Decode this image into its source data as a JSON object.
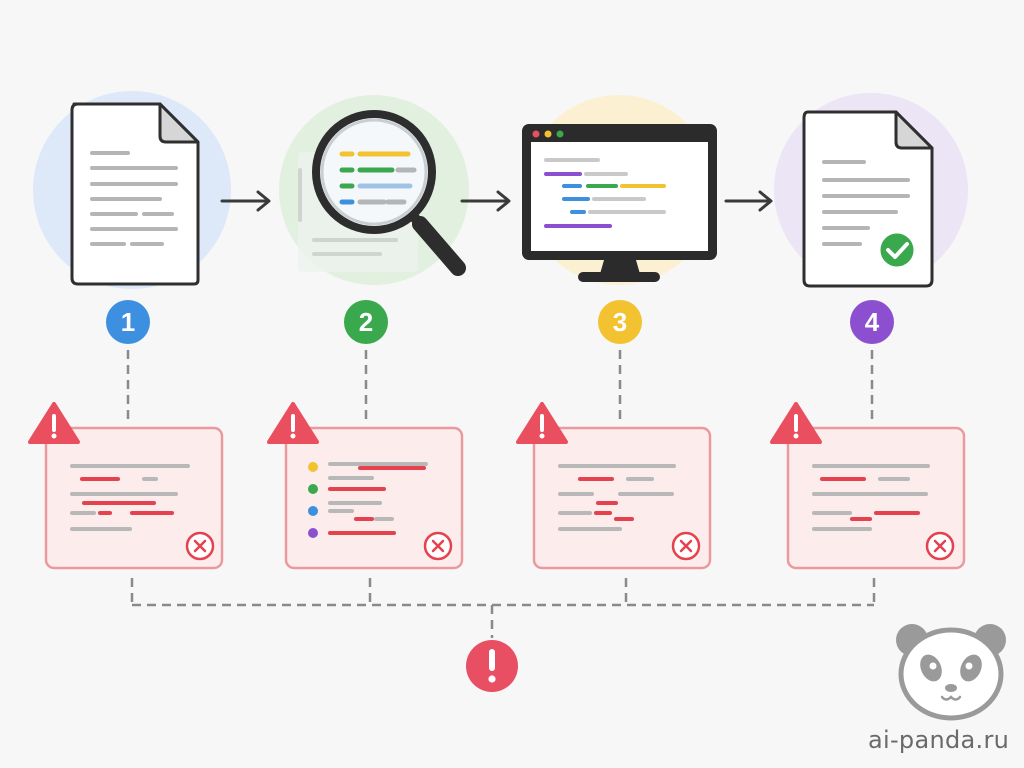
{
  "steps": [
    {
      "number": "1",
      "icon": "document-icon",
      "halo_color": "#dde9f8",
      "badge_color": "#3d8fe0"
    },
    {
      "number": "2",
      "icon": "magnifier-icon",
      "halo_color": "#e2f0df",
      "badge_color": "#3aa84c"
    },
    {
      "number": "3",
      "icon": "monitor-code-icon",
      "halo_color": "#fbf0d2",
      "badge_color": "#f2c230"
    },
    {
      "number": "4",
      "icon": "verified-document-icon",
      "halo_color": "#ebe5f6",
      "badge_color": "#8b4fd0"
    }
  ],
  "error_cards": {
    "warning_icon": "warning-triangle-icon",
    "close_icon": "close-circle-icon",
    "border_color": "#ea9a9f",
    "fill_color": "#fdecec"
  },
  "colors": {
    "arrow": "#3a3a3a",
    "connector": "#8a8a8a",
    "alert": "#e94f63",
    "code_yellow": "#f2c230",
    "code_green": "#3aa84c",
    "code_blue": "#3d8fe0",
    "code_purple": "#8b4fd0"
  },
  "alert_icon": "exclamation-circle-icon",
  "watermark": {
    "text": "ai-panda.ru",
    "logo": "panda-logo"
  }
}
